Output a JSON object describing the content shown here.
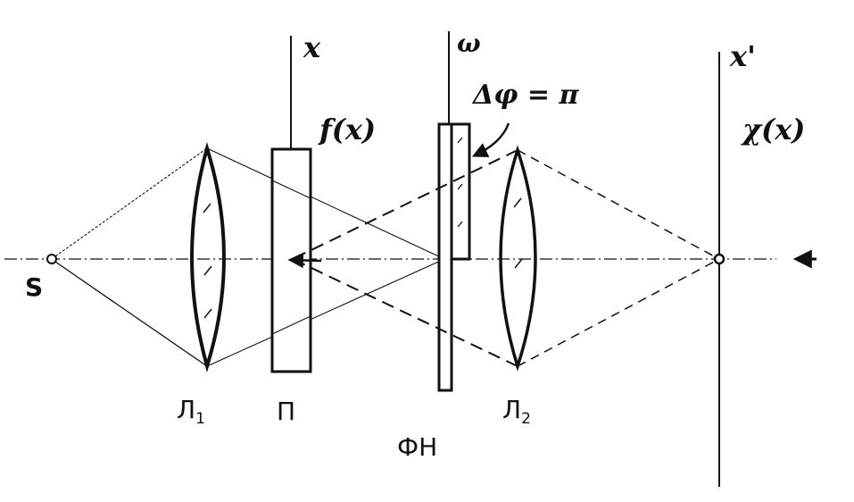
{
  "labels": {
    "source": "S",
    "lens1": "Л",
    "lens1_sub": "1",
    "transparency": "П",
    "phase_filter": "ФН",
    "lens2": "Л",
    "lens2_sub": "2",
    "axis_x": "x",
    "axis_omega": "ω",
    "axis_x_prime": "x'",
    "input_function": "f(x)",
    "output_function": "χ(x)",
    "phase_shift": "Δφ = π"
  },
  "colors": {
    "ink": "#111111",
    "background": "#ffffff"
  }
}
